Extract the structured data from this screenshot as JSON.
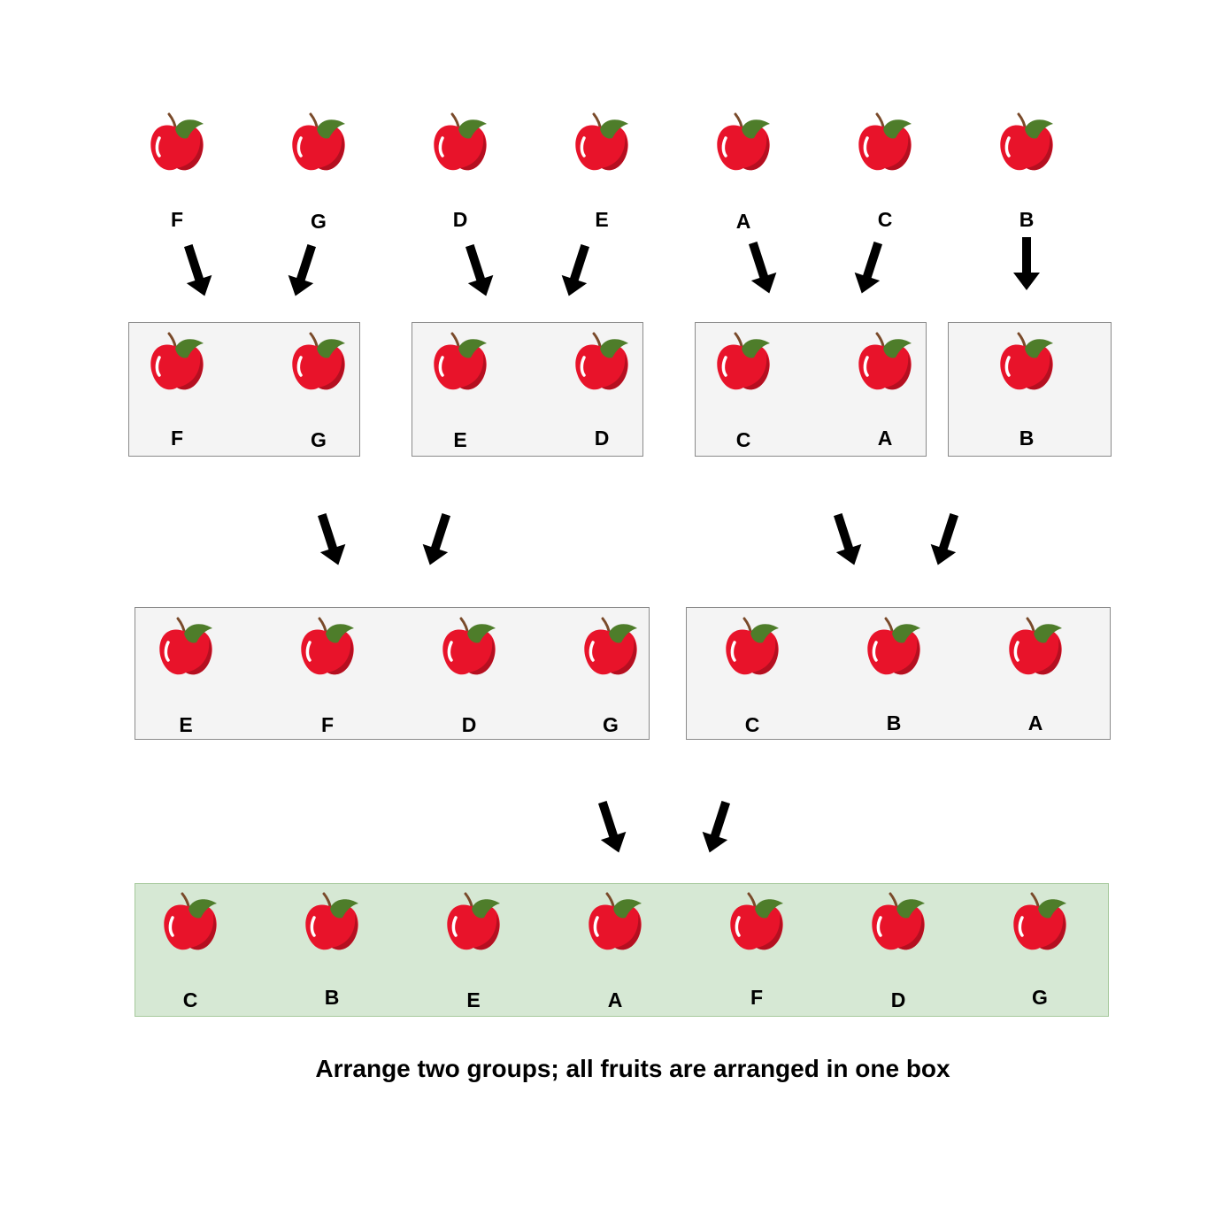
{
  "icon": "apple-icon",
  "colors": {
    "apple": "#e8132a",
    "leaf": "#4e7d2a",
    "stem": "#7a4a2a",
    "box_fill": "#f4f4f4",
    "final_fill": "#d6e8d4"
  },
  "rows": {
    "initial": [
      "F",
      "G",
      "D",
      "E",
      "A",
      "C",
      "B"
    ],
    "pairs": [
      [
        "F",
        "G"
      ],
      [
        "E",
        "D"
      ],
      [
        "C",
        "A"
      ],
      [
        "B"
      ]
    ],
    "groups": [
      [
        "E",
        "F",
        "D",
        "G"
      ],
      [
        "C",
        "B",
        "A"
      ]
    ],
    "final": [
      "C",
      "B",
      "E",
      "A",
      "F",
      "D",
      "G"
    ]
  },
  "caption": "Arrange two groups; all fruits are arranged in one box"
}
